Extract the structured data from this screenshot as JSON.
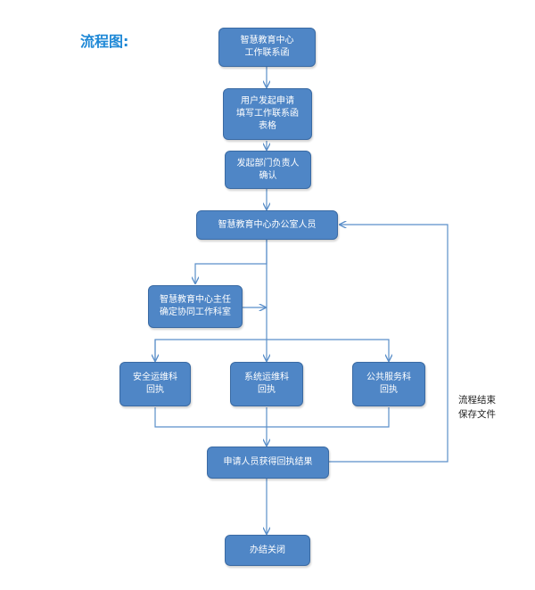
{
  "title": "流程图:",
  "nodes": {
    "start": {
      "lines": [
        "智慧教育中心",
        "工作联系函"
      ]
    },
    "apply": {
      "lines": [
        "用户发起申请",
        "填写工作联系函",
        "表格"
      ]
    },
    "confirm": {
      "lines": [
        "发起部门负责人",
        "确认"
      ]
    },
    "office": {
      "lines": [
        "智慧教育中心办公室人员"
      ]
    },
    "director": {
      "lines": [
        "智慧教育中心主任",
        "确定协同工作科室"
      ]
    },
    "security": {
      "lines": [
        "安全运维科",
        "回执"
      ]
    },
    "system": {
      "lines": [
        "系统运维科",
        "回执"
      ]
    },
    "public": {
      "lines": [
        "公共服务科",
        "回执"
      ]
    },
    "result": {
      "lines": [
        "申请人员获得回执结果"
      ]
    },
    "close": {
      "lines": [
        "办结关闭"
      ]
    }
  },
  "note": {
    "lines": [
      "流程结束",
      "保存文件"
    ]
  },
  "colors": {
    "node_fill": "#4f86c6",
    "node_border": "#3a6aa3",
    "edge": "#5b8fc9",
    "title": "#1e88d6"
  }
}
